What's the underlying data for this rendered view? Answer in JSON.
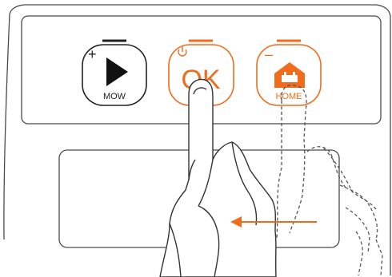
{
  "buttons": {
    "mow": {
      "label": "MOW",
      "sign": "+",
      "icon": "play-icon"
    },
    "ok": {
      "label": "OK",
      "icon": "power-icon"
    },
    "home": {
      "label": "HOME",
      "sign": "–",
      "icon": "home-plug-icon"
    }
  },
  "colors": {
    "accent": "#f26b1d",
    "line": "#3a3a3a",
    "dashed": "#555555",
    "arrow": "#f26b1d"
  }
}
